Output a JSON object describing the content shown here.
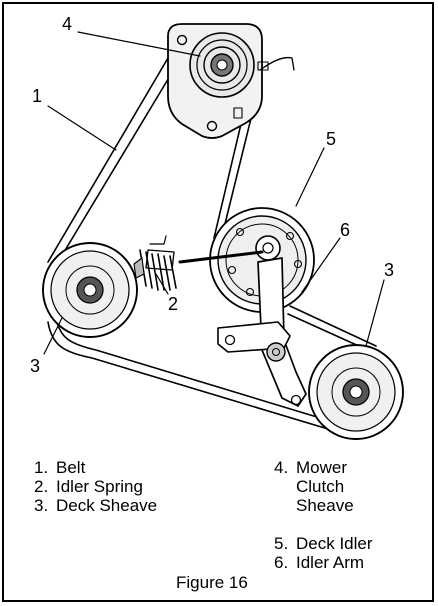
{
  "diagram": {
    "callouts": [
      {
        "id": "callout-1-belt",
        "text": "1"
      },
      {
        "id": "callout-2-spring",
        "text": "2"
      },
      {
        "id": "callout-3-left-sheave",
        "text": "3"
      },
      {
        "id": "callout-3-right-sheave",
        "text": "3"
      },
      {
        "id": "callout-4-clutch",
        "text": "4"
      },
      {
        "id": "callout-5-idler",
        "text": "5"
      },
      {
        "id": "callout-6-arm",
        "text": "6"
      }
    ]
  },
  "legend": [
    {
      "num": "1.",
      "text": "Belt"
    },
    {
      "num": "2.",
      "text": "Idler Spring"
    },
    {
      "num": "3.",
      "text": "Deck Sheave"
    },
    {
      "num": "4.",
      "text": "Mower\nClutch\nSheave"
    },
    {
      "num": "5.",
      "text": "Deck Idler"
    },
    {
      "num": "6.",
      "text": "Idler Arm"
    }
  ],
  "caption": "Figure 16"
}
